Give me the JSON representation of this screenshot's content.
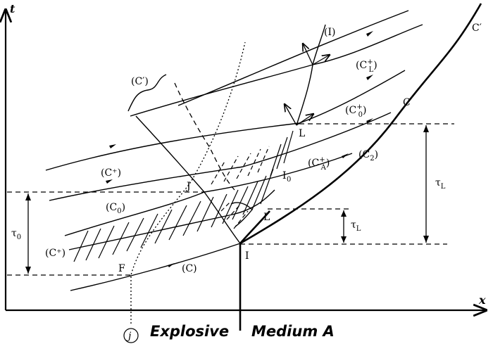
{
  "axes": {
    "t_label": "t",
    "x_label": "x"
  },
  "regions": {
    "left": "Explosive",
    "right": "Medium A"
  },
  "points": {
    "I": "I",
    "J": "J",
    "L": "L",
    "I0": "I",
    "I0_sub": "0",
    "L_low": "L",
    "F": "F",
    "j": "j"
  },
  "curves": {
    "C_prime_top": "C′",
    "C_prime_left": "(C′)",
    "C": "C",
    "C2": "(C",
    "C2_sub": "2",
    "C2_close": ")",
    "C_bottom": "(C)",
    "C0": "(C",
    "C0_sub": "0",
    "C0_close": ")",
    "Cplus_L_a": "(C",
    "Cplus_L_sup": "+",
    "Cplus_L_sub": "L",
    "Cplus_L_close": ")",
    "Cplus_0_a": "(C",
    "Cplus_0_sup": "+",
    "Cplus_0_sub": "0",
    "Cplus_0_close": ")",
    "Cplus_A_a": "(C",
    "Cplus_A_sup": "+",
    "Cplus_A_sub": "A",
    "Cplus_A_close": ")",
    "Cplus_mid": "(C⁺)",
    "Cplus_left": "(C⁺)",
    "I_path": "(I)"
  },
  "intervals": {
    "tau_L_big": "τ",
    "tau_L_big_sub": "L",
    "tau_L_small": "τ",
    "tau_L_small_sub": "L",
    "tau_0": "τ",
    "tau_0_sub": "0"
  }
}
